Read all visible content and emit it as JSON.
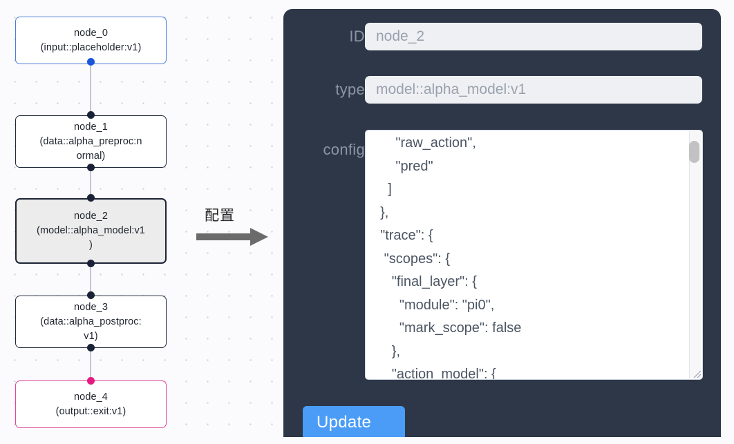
{
  "graph": {
    "nodes": [
      {
        "id": "node_0",
        "label": "node_0\n(input::placeholder:v1)",
        "state": "input"
      },
      {
        "id": "node_1",
        "label": "node_1\n(data::alpha_preproc:n\normal)",
        "state": "default"
      },
      {
        "id": "node_2",
        "label": "node_2\n(model::alpha_model:v1\n)",
        "state": "selected"
      },
      {
        "id": "node_3",
        "label": "node_3\n(data::alpha_postproc:\nv1)",
        "state": "default"
      },
      {
        "id": "node_4",
        "label": "node_4\n(output::exit:v1)",
        "state": "output"
      }
    ],
    "colors": {
      "input_border": "#4a7fd4",
      "default_border": "#1f2a3c",
      "output_border": "#e0479e",
      "selected_fill": "#ececec",
      "edge": "#c3c6cb",
      "handle_default": "#1a2238",
      "handle_input": "#1a56db",
      "handle_output": "#e5197f",
      "canvas_bg": "#fbfbfd",
      "grid_dot": "#c9ccd4"
    }
  },
  "arrow": {
    "label": "配置",
    "color": "#6b6b6b"
  },
  "panel": {
    "background": "#2d3748",
    "fields": [
      {
        "label": "ID",
        "value": "node_2",
        "name": "id"
      },
      {
        "label": "type",
        "value": "model::alpha_model:v1",
        "name": "type"
      }
    ],
    "config": {
      "label": "config",
      "text": "      \"raw_action\",\n      \"pred\"\n    ]\n  },\n  \"trace\": {\n   \"scopes\": {\n     \"final_layer\": {\n       \"module\": \"pi0\",\n       \"mark_scope\": false\n     },\n     \"action_model\": {"
    },
    "update_button": {
      "label": "Update",
      "color": "#4a9cf7"
    }
  }
}
